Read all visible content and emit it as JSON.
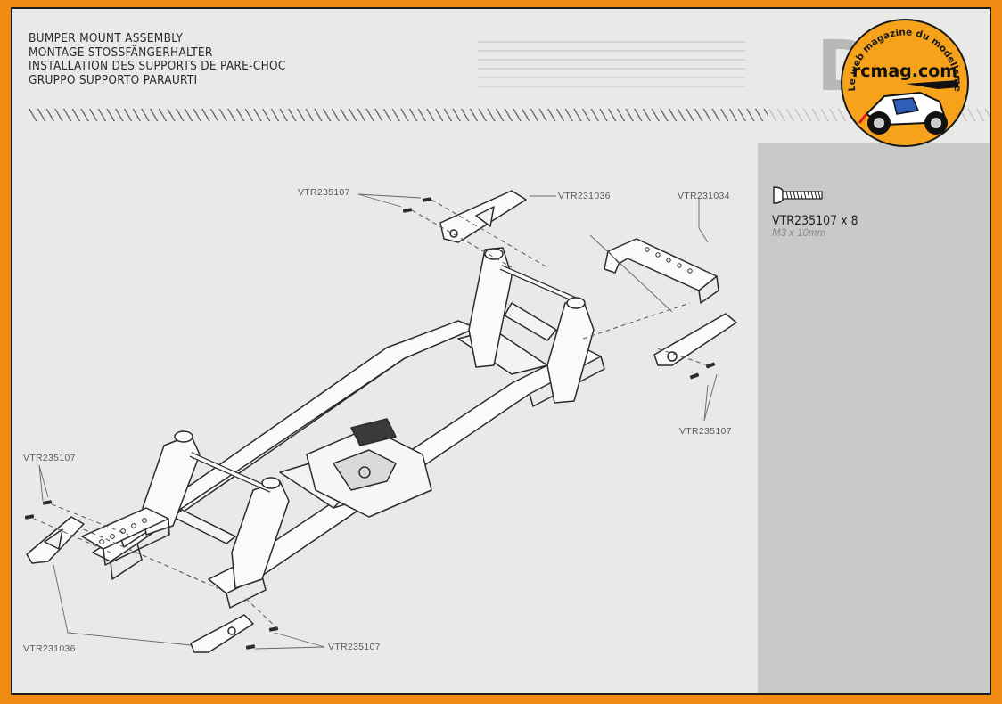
{
  "header": {
    "titles": [
      "BUMPER MOUNT ASSEMBLY",
      "MONTAGE STOSSFÄNGERHALTER",
      "INSTALLATION DES SUPPORTS DE PARE-CHOC",
      "GRUPPO SUPPORTO PARAURTI"
    ]
  },
  "parts": {
    "screw_top": "VTR235107",
    "bumper_mount_top": "VTR231036",
    "bumper_mount_rear": "VTR231034",
    "screw_right": "VTR235107",
    "screw_left": "VTR235107",
    "bumper_mount_left": "VTR231036",
    "screw_bottom": "VTR235107"
  },
  "hardware": {
    "code": "VTR235107 x 8",
    "size": "M3 x 10mm"
  },
  "logo": {
    "arc_text": "Le web magazine du modelisme",
    "brand": "rcmag.com"
  },
  "colors": {
    "frame": "#f08a12",
    "paper": "#e9e9e7",
    "sidebar": "#c9c9c7",
    "logo_bg": "#f6a21a"
  }
}
